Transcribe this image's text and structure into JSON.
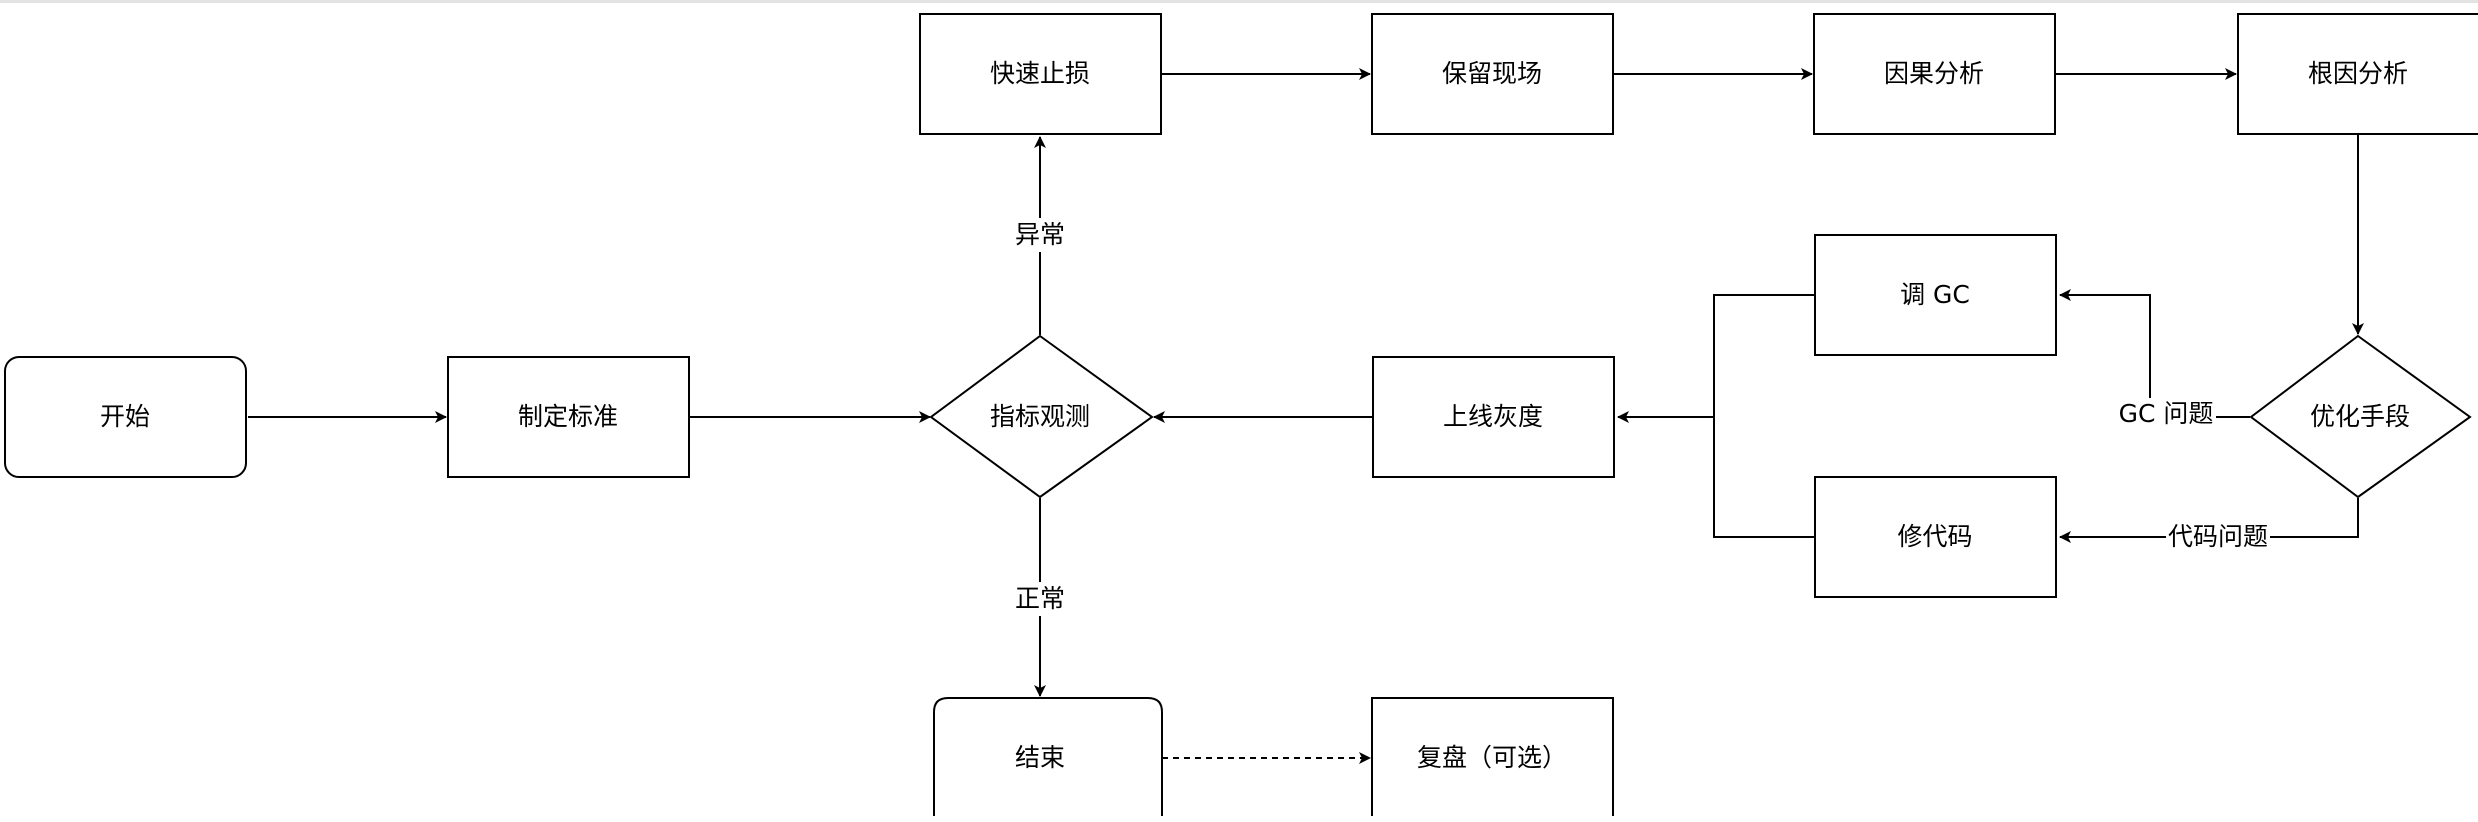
{
  "nodes": {
    "start": "开始",
    "set_standard": "制定标准",
    "metric_observe": "指标观测",
    "quick_stop": "快速止损",
    "keep_scene": "保留现场",
    "causal_analysis": "因果分析",
    "root_cause": "根因分析",
    "optimize_method": "优化手段",
    "tune_gc": "调 GC",
    "fix_code": "修代码",
    "gray_release": "上线灰度",
    "end": "结束",
    "review": "复盘（可选）"
  },
  "edge_labels": {
    "abnormal": "异常",
    "normal": "正常",
    "gc_problem": "GC 问题",
    "code_problem": "代码问题"
  },
  "colors": {
    "stroke": "#000000",
    "fill": "#ffffff",
    "text": "#000000"
  }
}
